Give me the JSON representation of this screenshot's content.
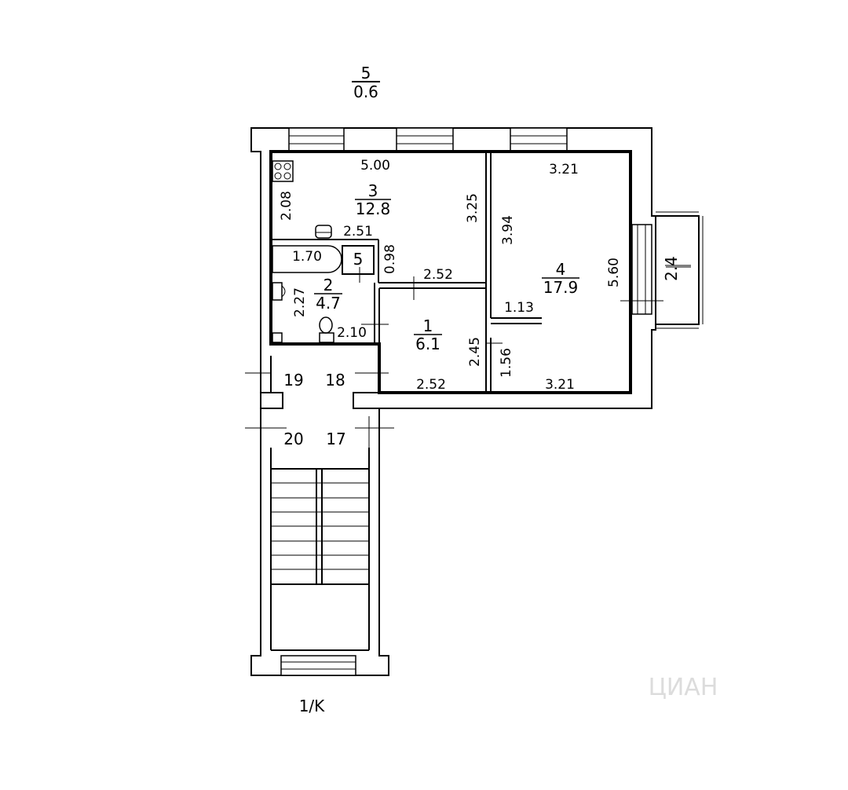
{
  "header": {
    "floor_number": "5",
    "floor_height": "0.6"
  },
  "footer": {
    "label": "1/K"
  },
  "rooms": [
    {
      "number": "3",
      "area": "12.8"
    },
    {
      "number": "2",
      "area": "4.7"
    },
    {
      "number": "1",
      "area": "6.1"
    },
    {
      "number": "4",
      "area": "17.9"
    },
    {
      "number": "5"
    }
  ],
  "balcony": {
    "area": "2.4"
  },
  "dimensions": {
    "kitchen_top": "5.00",
    "kitchen_left": "2.08",
    "kitchen_right": "3.25",
    "kitchen_bottom": "2.51",
    "bath_width": "1.70",
    "bath_side": "0.98",
    "bath_left": "2.27",
    "bath_bottom": "2.10",
    "hall_top": "2.52",
    "hall_bottom": "2.52",
    "hall_right": "2.45",
    "room4_top": "3.21",
    "room4_left": "3.94",
    "room4_right": "5.60",
    "room4_partition": "1.13",
    "room4_door_side": "1.56",
    "room4_bottom": "3.21"
  },
  "neighbors": [
    "19",
    "18",
    "20",
    "17"
  ],
  "watermark": "ЦИАН"
}
